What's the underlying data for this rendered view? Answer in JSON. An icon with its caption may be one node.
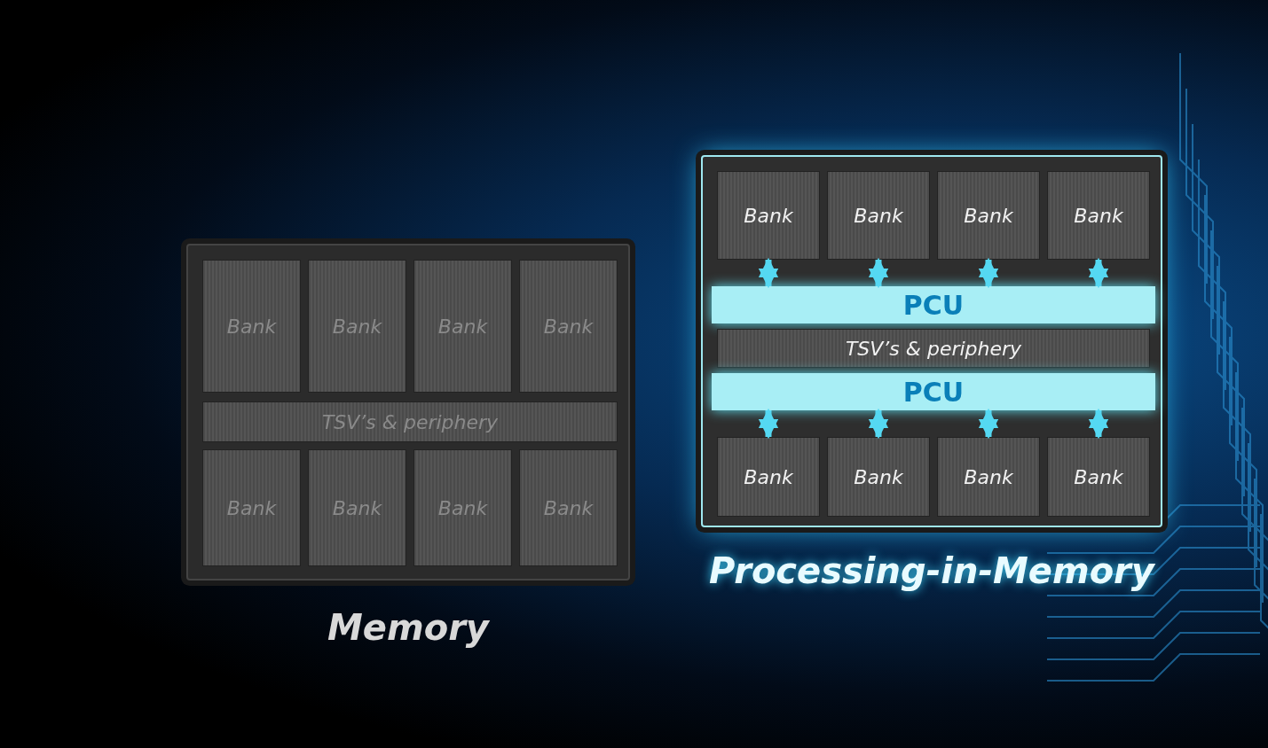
{
  "diagram": {
    "nodes": [
      {
        "text": [
          "Memory"
        ]
      },
      {
        "text": [
          "Bank"
        ],
        "in": 0
      },
      {
        "text": [
          "Bank"
        ],
        "in": 0
      },
      {
        "text": [
          "Bank"
        ],
        "in": 0
      },
      {
        "text": [
          "Bank"
        ],
        "in": 0
      },
      {
        "text": [
          "TSV’s & periphery"
        ],
        "in": 0
      },
      {
        "text": [
          "Bank"
        ],
        "in": 0
      },
      {
        "text": [
          "Bank"
        ],
        "in": 0
      },
      {
        "text": [
          "Bank"
        ],
        "in": 0
      },
      {
        "text": [
          "Bank"
        ],
        "in": 0
      },
      {
        "text": [
          "Processing-in-Memory"
        ]
      },
      {
        "text": [
          "Bank"
        ],
        "in": 10
      },
      {
        "text": [
          "Bank"
        ],
        "in": 10
      },
      {
        "text": [
          "Bank"
        ],
        "in": 10
      },
      {
        "text": [
          "Bank"
        ],
        "in": 10
      },
      {
        "text": [
          "PCU"
        ],
        "in": 10
      },
      {
        "text": [
          "TSV’s & periphery"
        ],
        "in": 10
      },
      {
        "text": [
          "PCU"
        ],
        "in": 10
      },
      {
        "text": [
          "Bank"
        ],
        "in": 10
      },
      {
        "text": [
          "Bank"
        ],
        "in": 10
      },
      {
        "text": [
          "Bank"
        ],
        "in": 10
      },
      {
        "text": [
          "Bank"
        ],
        "in": 10
      }
    ],
    "edges": [
      {
        "from": 11,
        "to": 15,
        "arrow": "both"
      },
      {
        "from": 12,
        "to": 15,
        "arrow": "both"
      },
      {
        "from": 13,
        "to": 15,
        "arrow": "both"
      },
      {
        "from": 14,
        "to": 15,
        "arrow": "both"
      },
      {
        "from": 18,
        "to": 17,
        "arrow": "both"
      },
      {
        "from": 19,
        "to": 17,
        "arrow": "both"
      },
      {
        "from": 20,
        "to": 17,
        "arrow": "both"
      },
      {
        "from": 21,
        "to": 17,
        "arrow": "both"
      }
    ]
  }
}
